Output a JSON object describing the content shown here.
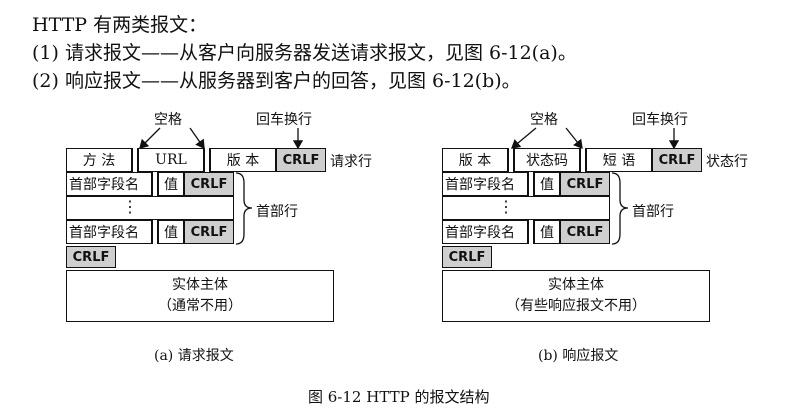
{
  "intro": {
    "heading": "HTTP 有两类报文：",
    "item1": "(1) 请求报文——从客户向服务器发送请求报文，见图 6-12(a)。",
    "item2": "(2) 响应报文——从服务器到客户的回答，见图 6-12(b)。"
  },
  "request": {
    "label_space": "空格",
    "label_crlf_top": "回车换行",
    "start_line": {
      "method": "方 法",
      "url": "URL",
      "version": "版 本",
      "crlf": "CRLF",
      "line_label": "请求行"
    },
    "header_row1": {
      "field": "首部字段名",
      "value": "值",
      "crlf": "CRLF"
    },
    "ellipsis": "⋮",
    "header_row2": {
      "field": "首部字段名",
      "value": "值",
      "crlf": "CRLF"
    },
    "header_label": "首部行",
    "empty_crlf": "CRLF",
    "body_title": "实体主体",
    "body_note": "（通常不用）",
    "caption": "(a) 请求报文"
  },
  "response": {
    "label_space": "空格",
    "label_crlf_top": "回车换行",
    "status_line": {
      "version": "版 本",
      "code": "状态码",
      "phrase": "短 语",
      "crlf": "CRLF",
      "line_label": "状态行"
    },
    "header_row1": {
      "field": "首部字段名",
      "value": "值",
      "crlf": "CRLF"
    },
    "ellipsis": "⋮",
    "header_row2": {
      "field": "首部字段名",
      "value": "值",
      "crlf": "CRLF"
    },
    "header_label": "首部行",
    "empty_crlf": "CRLF",
    "body_title": "实体主体",
    "body_note": "（有些响应报文不用）",
    "caption": "(b) 响应报文"
  },
  "figure_caption": "图 6-12    HTTP 的报文结构"
}
